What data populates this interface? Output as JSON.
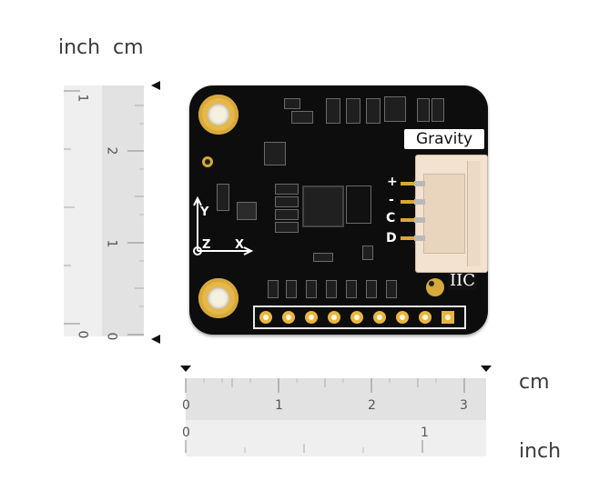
{
  "rulers": {
    "left": {
      "unit_inch": "inch",
      "unit_cm": "cm",
      "inch_ticks": [
        "1",
        "0"
      ],
      "cm_ticks": [
        "2",
        "1",
        "0"
      ]
    },
    "bottom": {
      "unit_cm": "cm",
      "unit_inch": "inch",
      "cm_ticks": [
        "0",
        "1",
        "2",
        "3"
      ],
      "inch_ticks": [
        "0",
        "1"
      ]
    }
  },
  "board": {
    "label_gravity": "Gravity",
    "label_iic": "IIC",
    "pin_plus": "+",
    "pin_minus": "-",
    "pin_c": "C",
    "pin_d": "D",
    "axis_y": "Y",
    "axis_z": "Z",
    "axis_x": "X",
    "pcb_color": "#0d0d0d",
    "pad_color": "#e6b84a",
    "connector_color": "#f3e2cf"
  }
}
